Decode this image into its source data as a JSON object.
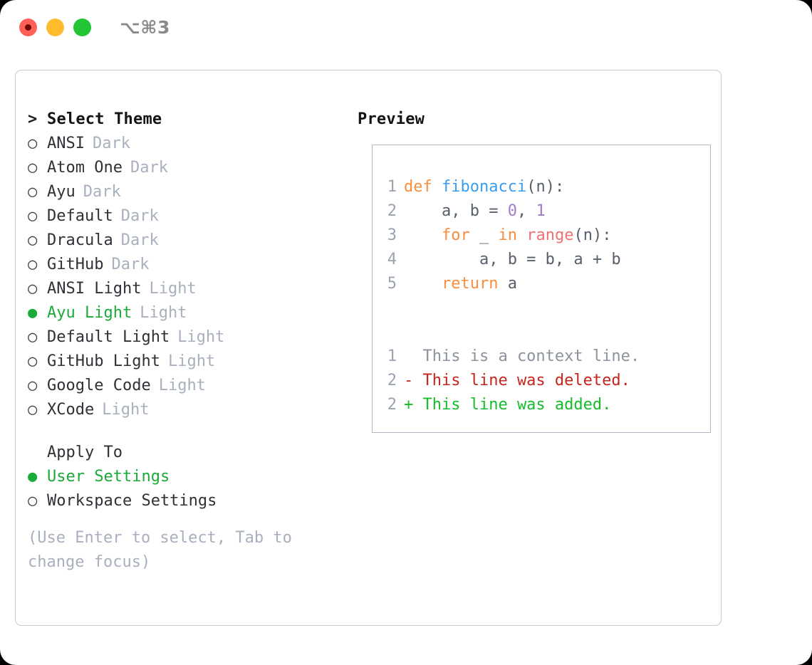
{
  "window": {
    "shortcut": "⌥⌘3",
    "traffic_lights": [
      {
        "name": "close-button",
        "color": "#ff6159"
      },
      {
        "name": "minimize-button",
        "color": "#ffbd2e"
      },
      {
        "name": "maximize-button",
        "color": "#21c535"
      }
    ]
  },
  "theme_selector": {
    "header_marker": ">",
    "header_label": "Select Theme",
    "unselected_marker": "○",
    "selected_marker": "●",
    "items": [
      {
        "marker": "○",
        "label": "ANSI",
        "badge": "Dark",
        "selected": false
      },
      {
        "marker": "○",
        "label": "Atom One",
        "badge": "Dark",
        "selected": false
      },
      {
        "marker": "○",
        "label": "Ayu",
        "badge": "Dark",
        "selected": false
      },
      {
        "marker": "○",
        "label": "Default",
        "badge": "Dark",
        "selected": false
      },
      {
        "marker": "○",
        "label": "Dracula",
        "badge": "Dark",
        "selected": false
      },
      {
        "marker": "○",
        "label": "GitHub",
        "badge": "Dark",
        "selected": false
      },
      {
        "marker": "○",
        "label": "ANSI Light",
        "badge": "Light",
        "selected": false
      },
      {
        "marker": "●",
        "label": "Ayu Light",
        "badge": "Light",
        "selected": true
      },
      {
        "marker": "○",
        "label": "Default Light",
        "badge": "Light",
        "selected": false
      },
      {
        "marker": "○",
        "label": "GitHub Light",
        "badge": "Light",
        "selected": false
      },
      {
        "marker": "○",
        "label": "Google Code",
        "badge": "Light",
        "selected": false
      },
      {
        "marker": "○",
        "label": "XCode",
        "badge": "Light",
        "selected": false
      }
    ]
  },
  "apply_to": {
    "header_label": "Apply To",
    "items": [
      {
        "marker": "●",
        "label": "User Settings",
        "selected": true
      },
      {
        "marker": "○",
        "label": "Workspace Settings",
        "selected": false
      }
    ]
  },
  "hint": "(Use Enter to select, Tab to change focus)",
  "preview": {
    "title": "Preview",
    "code_lines": [
      {
        "num": "1",
        "tokens": [
          {
            "text": "def ",
            "style": "t-kw"
          },
          {
            "text": "fibonacci",
            "style": "t-fn"
          },
          {
            "text": "(n):",
            "style": "t-pun"
          }
        ]
      },
      {
        "num": "2",
        "tokens": [
          {
            "text": "    a, b = ",
            "style": "t-pun"
          },
          {
            "text": "0",
            "style": "t-num"
          },
          {
            "text": ", ",
            "style": "t-pun"
          },
          {
            "text": "1",
            "style": "t-num"
          }
        ]
      },
      {
        "num": "3",
        "tokens": [
          {
            "text": "    ",
            "style": "t-pun"
          },
          {
            "text": "for",
            "style": "t-kw"
          },
          {
            "text": " _ ",
            "style": "t-pun"
          },
          {
            "text": "in",
            "style": "t-kw"
          },
          {
            "text": " ",
            "style": "t-pun"
          },
          {
            "text": "range",
            "style": "t-bi"
          },
          {
            "text": "(n):",
            "style": "t-pun"
          }
        ]
      },
      {
        "num": "4",
        "tokens": [
          {
            "text": "        a, b = b, a + b",
            "style": "t-pun"
          }
        ]
      },
      {
        "num": "5",
        "tokens": [
          {
            "text": "    ",
            "style": "t-pun"
          },
          {
            "text": "return",
            "style": "t-kw"
          },
          {
            "text": " a",
            "style": "t-pun"
          }
        ]
      }
    ],
    "diff_lines": [
      {
        "num": "1",
        "text": "  This is a context line.",
        "style": "t-ctx"
      },
      {
        "num": "2",
        "text": "- This line was deleted.",
        "style": "t-del"
      },
      {
        "num": "2",
        "text": "+ This line was added.",
        "style": "t-add"
      }
    ]
  },
  "colors": {
    "accent_green": "#1aab38",
    "muted": "#a9b0bd",
    "keyword": "#fa8d3e",
    "function": "#3a9ef0",
    "number": "#a37acc",
    "builtin": "#f07171",
    "diff_added": "#16bd2b",
    "diff_deleted": "#c4261d"
  }
}
